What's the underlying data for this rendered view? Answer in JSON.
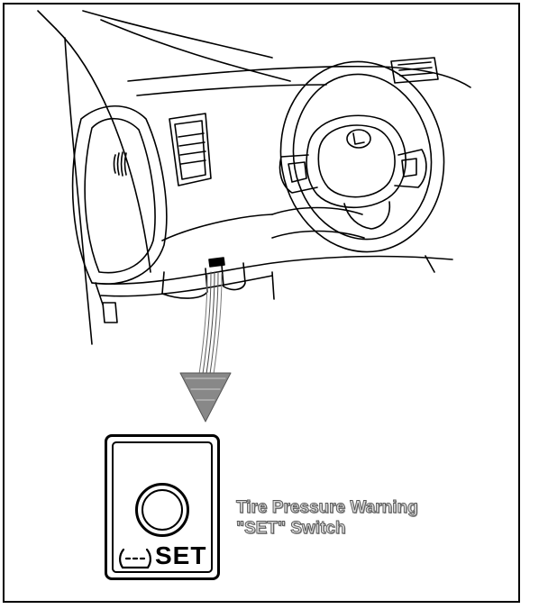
{
  "switch": {
    "label": "SET",
    "icon": "tire-pressure-warning-icon"
  },
  "callout": {
    "line1": "Tire Pressure Warning",
    "line2": "\"SET\" Switch"
  }
}
